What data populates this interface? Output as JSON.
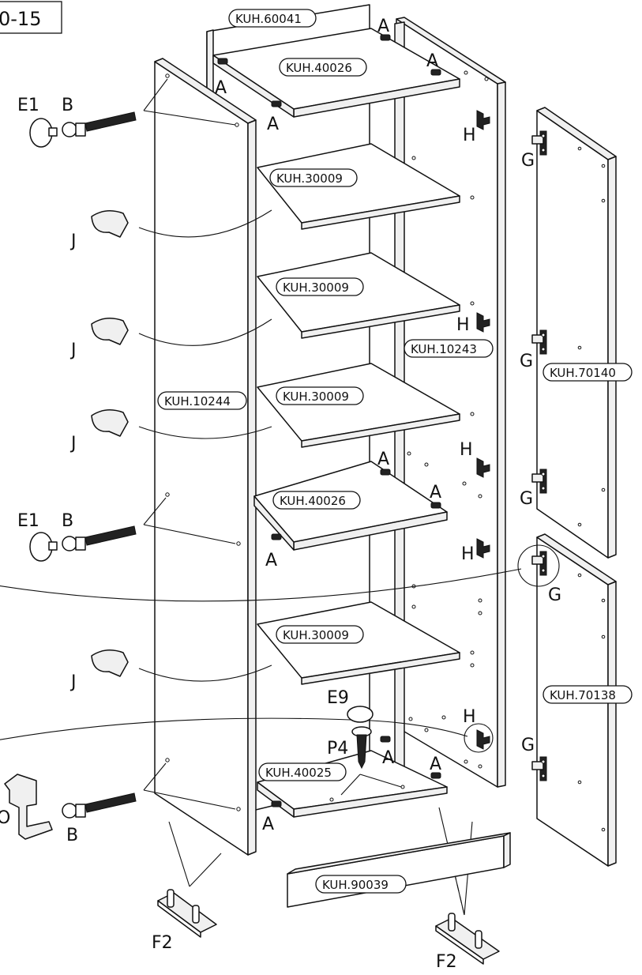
{
  "header": {
    "code_fragment": "0-15"
  },
  "part_numbers": {
    "back_panel": "KUH.60041",
    "top_shelf": "KUH.40026",
    "mid_fixed_shelf": "KUH.40026",
    "bottom_shelf": "KUH.40025",
    "adjustable_shelf_1": "KUH.30009",
    "adjustable_shelf_2": "KUH.30009",
    "adjustable_shelf_3": "KUH.30009",
    "adjustable_shelf_4": "KUH.30009",
    "left_side_panel": "KUH.10244",
    "right_side_panel": "KUH.10243",
    "upper_door": "KUH.70140",
    "lower_door": "KUH.70138",
    "plinth": "KUH.90039"
  },
  "hardware_labels": {
    "A": "A",
    "B": "B",
    "E1": "E1",
    "E9": "E9",
    "F2": "F2",
    "G": "G",
    "H": "H",
    "J": "J",
    "P4": "P4",
    "O": "O"
  },
  "colors": {
    "line": "#111111",
    "background": "#ffffff"
  }
}
